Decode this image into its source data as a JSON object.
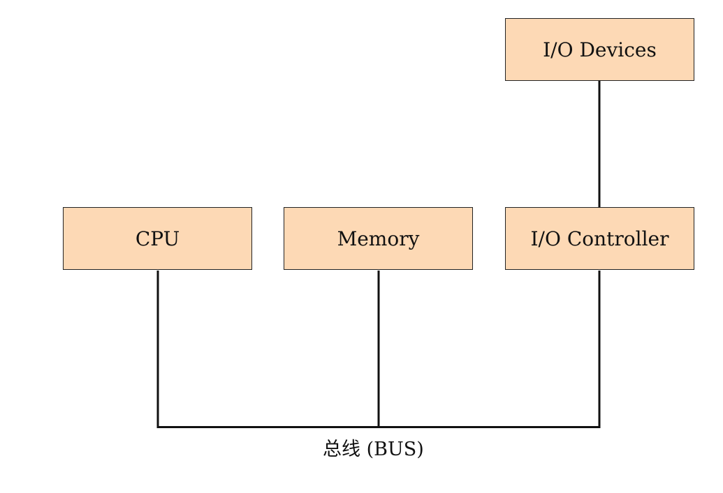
{
  "components": {
    "io_devices": "I/O Devices",
    "cpu": "CPU",
    "memory": "Memory",
    "io_controller": "I/O Controller"
  },
  "bus_label": "总线 (BUS)",
  "colors": {
    "box_fill": "#fdd9b5",
    "line": "#111111"
  }
}
